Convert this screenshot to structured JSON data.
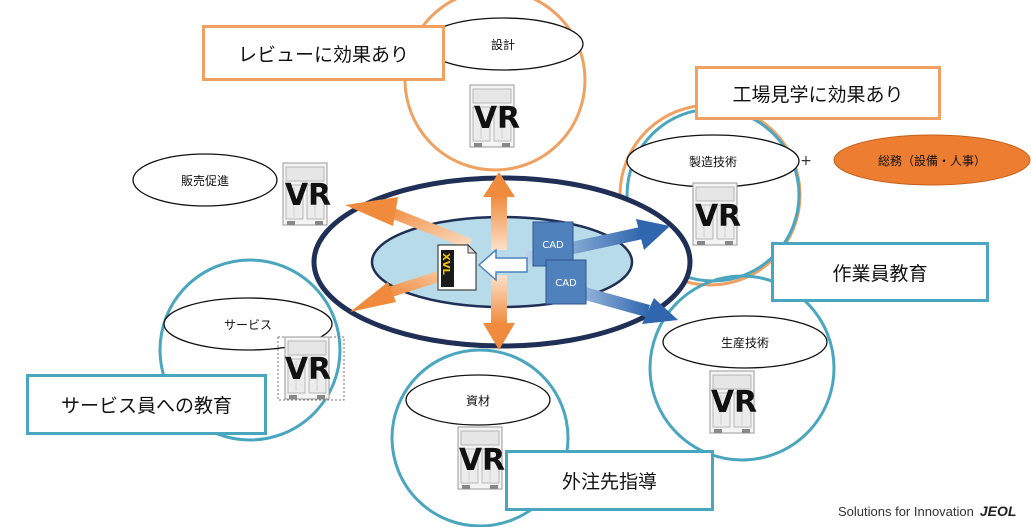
{
  "nodes": {
    "design": {
      "label": "設計",
      "vr": "VR"
    },
    "sales_promotion": {
      "label": "販売促進",
      "vr": "VR"
    },
    "manufacturing_engineering": {
      "label": "製造技術",
      "vr": "VR"
    },
    "general_affairs": {
      "label": "総務（設備・人事）"
    },
    "production_engineering": {
      "label": "生産技術",
      "vr": "VR"
    },
    "materials": {
      "label": "資材",
      "vr": "VR"
    },
    "service": {
      "label": "サービス",
      "vr": "VR"
    }
  },
  "center": {
    "xvl_label": "XVL",
    "cad_labels": [
      "CAD",
      "CAD"
    ]
  },
  "callouts": {
    "review": "レビューに効果あり",
    "factory_tour": "工場見学に効果あり",
    "worker_training": "作業員教育",
    "service_training": "サービス員への教育",
    "supplier_guidance": "外注先指導"
  },
  "plus_sign": "+",
  "footer": {
    "tagline": "Solutions for Innovation",
    "brand": "JEOL"
  },
  "colors": {
    "orange": "#f0a060",
    "teal": "#4aa6bf",
    "navy": "#1f2f55",
    "cad_blue": "#4f81bd",
    "center_fill": "#b7dbe8"
  }
}
